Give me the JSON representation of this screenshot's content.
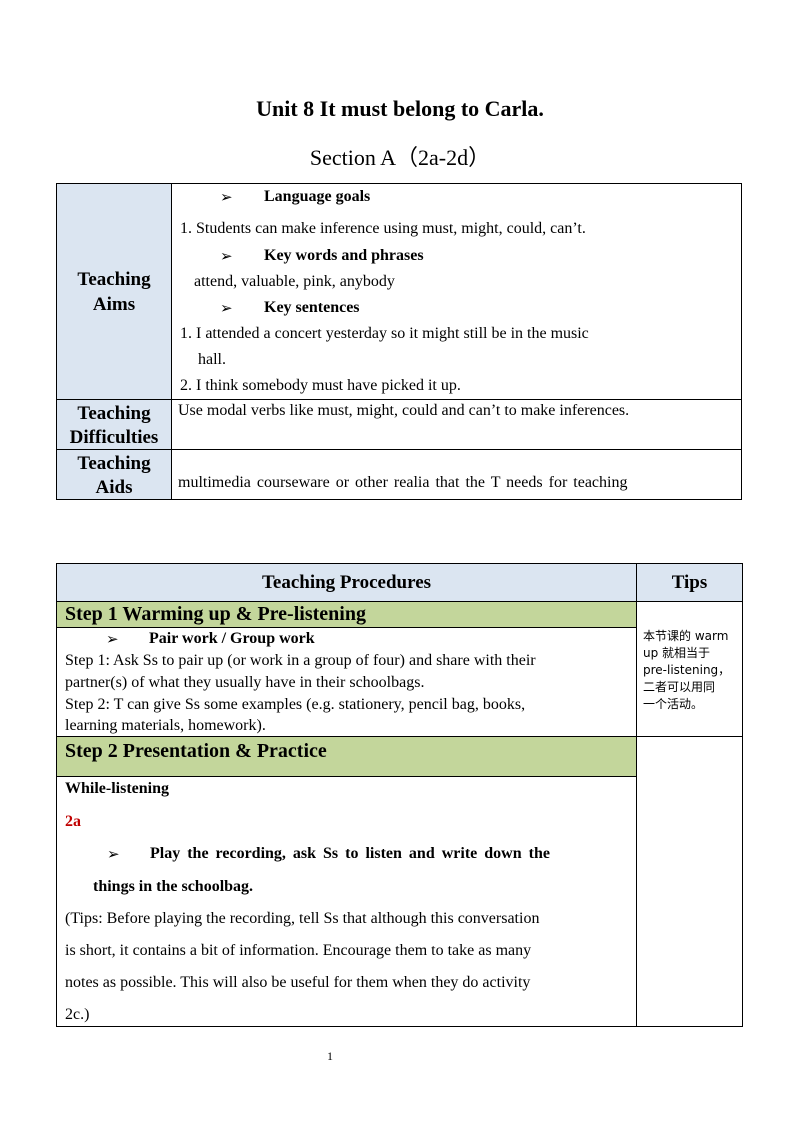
{
  "header": {
    "title": "Unit  8  It must belong to Carla.",
    "subtitle": "Section  A（2a-2d）"
  },
  "aims_table": {
    "teaching_aims_label_1": "Teaching",
    "teaching_aims_label_2": "Aims",
    "language_goals": "Language  goals",
    "goal_1": "1.  Students  can  make inference using must, might, could, can’t.",
    "key_words_heading": "Key  words  and  phrases",
    "key_words": "attend, valuable, pink, anybody",
    "key_sentences_heading": "Key  sentences",
    "sentence_1a": "1. I attended a concert yesterday so it might still be in the music",
    "sentence_1b": "hall.",
    "sentence_2": "2. I think somebody must have picked it up.",
    "difficulties_label_1": "Teaching",
    "difficulties_label_2": "Difficulties",
    "difficulties_text": "Use modal verbs like must, might, could and can’t to make inferences.",
    "aids_label_1": "Teaching",
    "aids_label_2": "Aids",
    "aids_text": "multimedia  courseware  or  other  realia  that  the  T  needs  for  teaching"
  },
  "procedures_table": {
    "header_procedures": "Teaching  Procedures",
    "header_tips": "Tips",
    "step1_title": "Step 1  Warming  up  & Pre-listening",
    "step1_sub": "Pair  work / Group work",
    "step1_line1": "Step 1: Ask Ss to pair up (or work in a group of four) and share with their",
    "step1_line2": "partner(s) of what they usually have in their schoolbags.",
    "step1_line3": "Step 2: T can give Ss some examples (e.g. stationery, pencil bag, books,",
    "step1_line4": "learning materials, homework).",
    "tip_line1": "本节课的 warm",
    "tip_line2": "up 就相当于",
    "tip_line3": "pre-listening，",
    "tip_line4": "二者可以用同",
    "tip_line5": "一个活动。",
    "step2_title": "Step  2  Presentation  &  Practice",
    "while_listening": "While-listening",
    "activity_2a": "2a",
    "play_line1": "Play  the  recording,  ask  Ss  to  listen  and  write  down the",
    "play_line2": "things in the schoolbag.",
    "tips_line1": "(Tips: Before playing the recording, tell Ss that although this conversation",
    "tips_line2": "is short, it contains a bit of information. Encourage them to take as many",
    "tips_line3": "notes as possible. This will also be useful for them when they do activity",
    "tips_line4": "2c.)"
  },
  "footer": {
    "page_number": "1"
  },
  "colors": {
    "label_bg": "#dbe5f1",
    "step_bg": "#c3d69b",
    "accent_red": "#c00000"
  }
}
